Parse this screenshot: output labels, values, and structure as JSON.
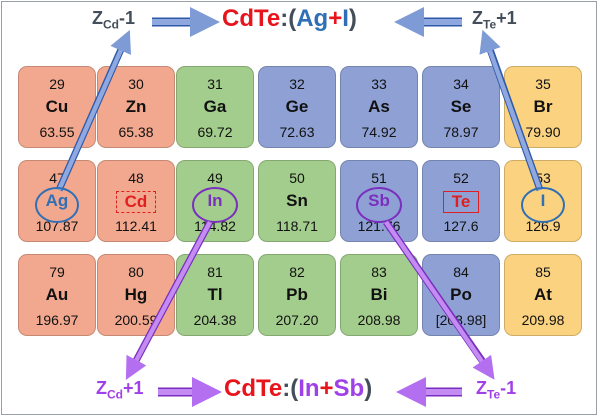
{
  "top_equation": {
    "left": "Z",
    "left_sub": "Cd",
    "left_tail": "-1",
    "host": "CdTe",
    "colon": ":(",
    "dopant_a": "Ag",
    "plus": "+",
    "dopant_b": "I",
    "close": ")",
    "right": "Z",
    "right_sub": "Te",
    "right_tail": "+1"
  },
  "bottom_equation": {
    "left": "Z",
    "left_sub": "Cd",
    "left_tail": "+1",
    "host": "CdTe",
    "colon": ":(",
    "dopant_a": "In",
    "plus": "+",
    "dopant_b": "Sb",
    "close": ")",
    "right": "Z",
    "right_sub": "Te",
    "right_tail": "-1"
  },
  "elements": [
    {
      "number": "29",
      "symbol": "Cu",
      "mass": "63.55"
    },
    {
      "number": "30",
      "symbol": "Zn",
      "mass": "65.38"
    },
    {
      "number": "31",
      "symbol": "Ga",
      "mass": "69.72"
    },
    {
      "number": "32",
      "symbol": "Ge",
      "mass": "72.63"
    },
    {
      "number": "33",
      "symbol": "As",
      "mass": "74.92"
    },
    {
      "number": "34",
      "symbol": "Se",
      "mass": "78.97"
    },
    {
      "number": "35",
      "symbol": "Br",
      "mass": "79.90"
    },
    {
      "number": "47",
      "symbol": "Ag",
      "mass": "107.87"
    },
    {
      "number": "48",
      "symbol": "Cd",
      "mass": "112.41"
    },
    {
      "number": "49",
      "symbol": "In",
      "mass": "114.82"
    },
    {
      "number": "50",
      "symbol": "Sn",
      "mass": "118.71"
    },
    {
      "number": "51",
      "symbol": "Sb",
      "mass": "121.76"
    },
    {
      "number": "52",
      "symbol": "Te",
      "mass": "127.6"
    },
    {
      "number": "53",
      "symbol": "I",
      "mass": "126.9"
    },
    {
      "number": "79",
      "symbol": "Au",
      "mass": "196.97"
    },
    {
      "number": "80",
      "symbol": "Hg",
      "mass": "200.59"
    },
    {
      "number": "81",
      "symbol": "Tl",
      "mass": "204.38"
    },
    {
      "number": "82",
      "symbol": "Pb",
      "mass": "207.20"
    },
    {
      "number": "83",
      "symbol": "Bi",
      "mass": "208.98"
    },
    {
      "number": "84",
      "symbol": "Po",
      "mass": "[208.98]"
    },
    {
      "number": "85",
      "symbol": "At",
      "mass": "209.98"
    }
  ],
  "colors": {
    "red_tile": "#f2a88f",
    "green_tile": "#a3cd8c",
    "blue_tile": "#8fa1d4",
    "yellow_tile": "#fbd27f",
    "host_red": "#e8141c",
    "blue_accent": "#2f6fb5",
    "purple_accent": "#a040e8",
    "arrow_blue": "#7f9bd6",
    "arrow_purple": "#c48cf2"
  }
}
